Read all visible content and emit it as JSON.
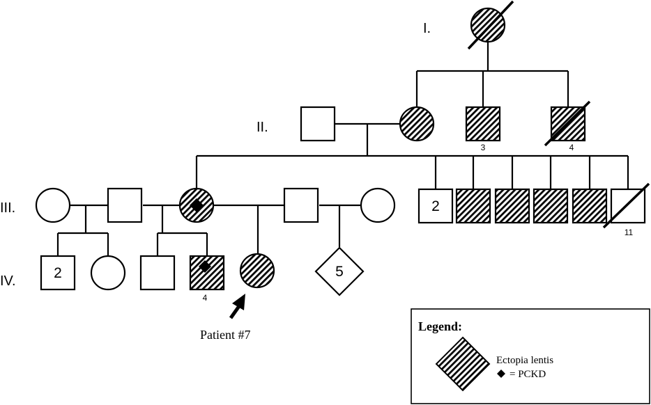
{
  "generations": [
    "I.",
    "II.",
    "III.",
    "IV."
  ],
  "counts": {
    "ii_brother": "3",
    "ii_brother_deceased": "4",
    "iii_sibs": "2",
    "iii_deceased": "11",
    "iv_left_sibs": "2",
    "iv_affected_sibs": "4",
    "iv_diamond": "5"
  },
  "proband_label": "Patient #7",
  "legend": {
    "title": "Legend:",
    "affected": "Ectopia lentis",
    "pckd": "= PCKD"
  },
  "colors": {
    "ink": "#000000",
    "background": "#ffffff"
  }
}
